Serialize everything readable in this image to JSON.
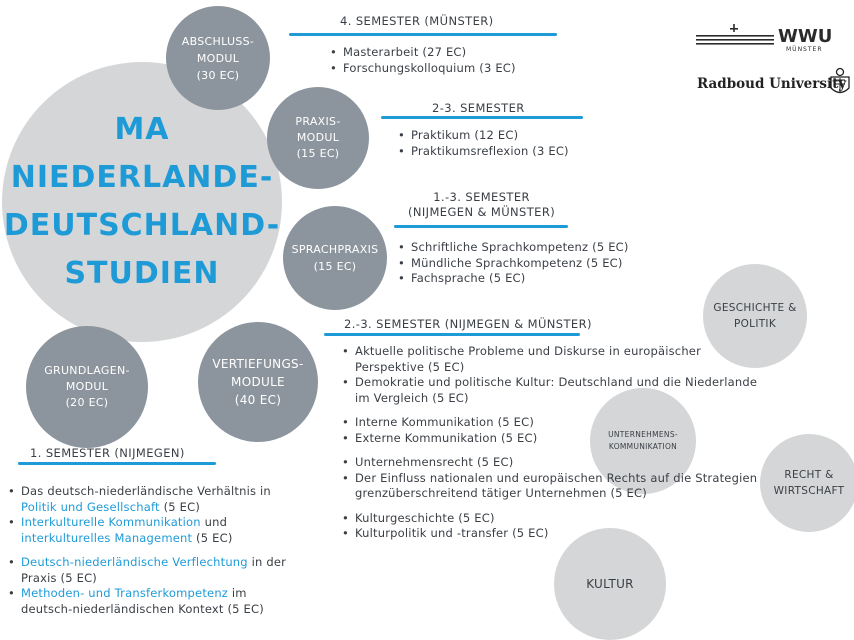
{
  "main_title": "MA\nNIEDERLANDE-\nDEUTSCHLAND-\nSTUDIEN",
  "logos": {
    "wwu": "WWU",
    "wwu_sub": "MÜNSTER",
    "radboud": "Radboud University"
  },
  "modules": {
    "abschluss": "ABSCHLUSS-\nMODUL\n(30 EC)",
    "praxis": "PRAXIS-\nMODUL\n(15 EC)",
    "sprachpraxis": "SPRACHPRAXIS\n(15 EC)",
    "grundlagen": "GRUNDLAGEN-\nMODUL\n(20 EC)",
    "vertiefung": "VERTIEFUNGS-\nMODULE\n(40 EC)"
  },
  "topics": {
    "geschichte": "GESCHICHTE &\nPOLITIK",
    "unternehmen": "UNTERNEHMENS-\nKOMMUNIKATION",
    "recht": "RECHT  &\nWIRTSCHAFT",
    "kultur": "KULTUR"
  },
  "semesters": {
    "s4": {
      "heading": "4. SEMESTER (MÜNSTER)",
      "items": [
        "Masterarbeit (27 EC)",
        "Forschungskolloquium (3 EC)"
      ]
    },
    "s23_praxis": {
      "heading": "2-3. SEMESTER",
      "items": [
        "Praktikum (12 EC)",
        "Praktikumsreflexion (3 EC)"
      ]
    },
    "s13": {
      "heading": "1.-3. SEMESTER\n(NIJMEGEN & MÜNSTER)",
      "items": [
        "Schriftliche Sprachkompetenz (5 EC)",
        "Mündliche Sprachkompetenz (5 EC)",
        "Fachsprache (5 EC)"
      ]
    },
    "s23_vertiefung": {
      "heading": "2.-3. SEMESTER (NIJMEGEN & MÜNSTER)",
      "items": [
        "Aktuelle politische Probleme und Diskurse in europäischer Perspektive (5 EC)",
        "Demokratie und politische Kultur: Deutschland und die Niederlande im Vergleich (5 EC)",
        "Interne Kommunikation (5 EC)",
        "Externe Kommunikation (5 EC)",
        "Unternehmensrecht (5 EC)",
        "Der Einfluss nationalen und europäischen Rechts auf die Strategien grenzüberschreitend tätiger Unternehmen (5 EC)",
        "Kulturgeschichte (5 EC)",
        "Kulturpolitik und -transfer (5 EC)"
      ]
    },
    "s1": {
      "heading": "1. SEMESTER (NIJMEGEN)",
      "items": [
        {
          "pre": "Das deutsch-niederländische Verhältnis in ",
          "hl": "Politik und Gesellschaft",
          "post": " (5 EC)"
        },
        {
          "pre": "",
          "hl": "Interkulturelle Kommunikation",
          "mid": " und ",
          "hl2": "interkulturelles Management",
          "post": " (5 EC)"
        },
        {
          "pre": "",
          "hl": "Deutsch-niederländische Verflechtung",
          "post": " in der Praxis (5 EC)"
        },
        {
          "pre": "",
          "hl": "Methoden- und Transferkompetenz",
          "post": " im deutsch-niederländischen Kontext (5 EC)"
        }
      ]
    }
  },
  "colors": {
    "accent": "#1e9bd7",
    "circle_dark": "#8c959d",
    "circle_light": "#d5d6d7",
    "text": "#3a3f45"
  }
}
